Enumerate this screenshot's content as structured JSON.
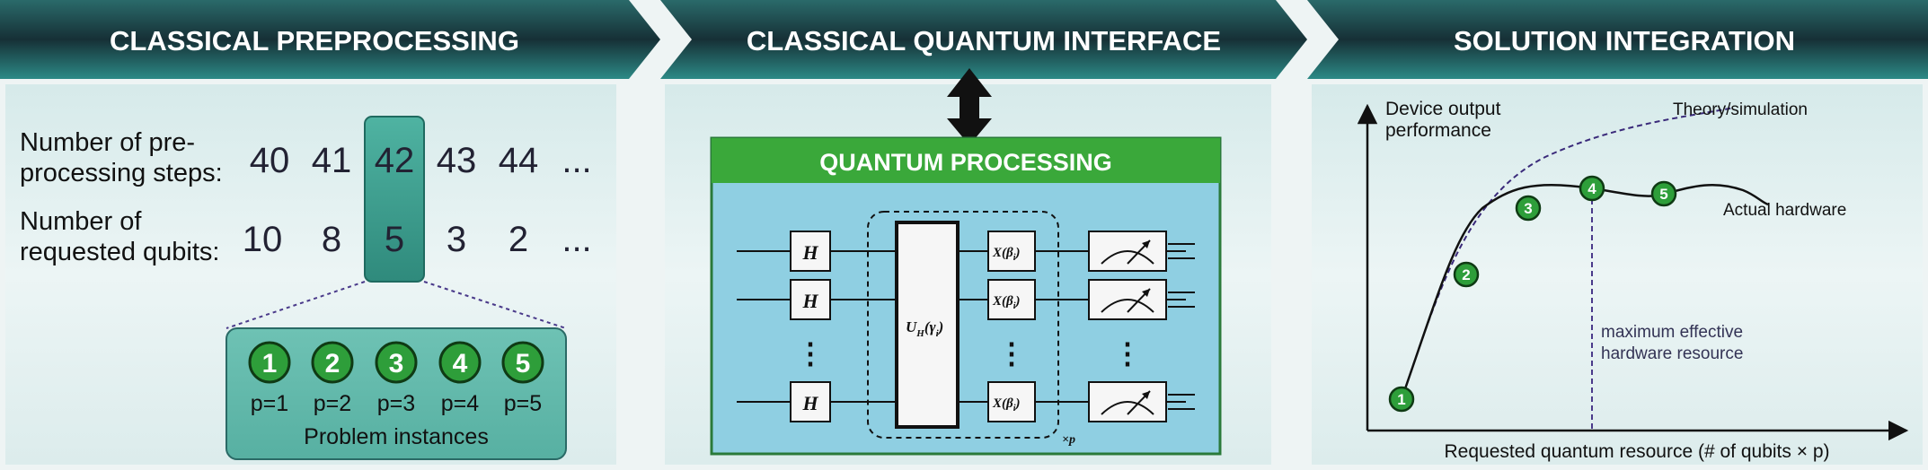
{
  "panels": {
    "left": {
      "title": "CLASSICAL PREPROCESSING"
    },
    "middle": {
      "title": "CLASSICAL QUANTUM INTERFACE"
    },
    "right": {
      "title": "SOLUTION INTEGRATION"
    }
  },
  "preprocessing": {
    "steps_label_line1": "Number of pre-",
    "steps_label_line2": "processing steps:",
    "steps_values": [
      "40",
      "41",
      "42",
      "43",
      "44"
    ],
    "qubits_label_line1": "Number of",
    "qubits_label_line2": "requested qubits:",
    "qubits_values": [
      "10",
      "8",
      "5",
      "3",
      "2"
    ],
    "ellipsis": "...",
    "instances": [
      {
        "num": "1",
        "p": "p=1"
      },
      {
        "num": "2",
        "p": "p=2"
      },
      {
        "num": "3",
        "p": "p=3"
      },
      {
        "num": "4",
        "p": "p=4"
      },
      {
        "num": "5",
        "p": "p=5"
      }
    ],
    "instances_caption": "Problem instances"
  },
  "quantum": {
    "header": "QUANTUM PROCESSING",
    "h_gate": "H",
    "u_gate": "U",
    "u_sub": "H",
    "u_arg": "(γ",
    "u_arg_sub": "i",
    "u_arg_close": ")",
    "x_gate": "X(β",
    "x_sub": "i",
    "x_close": ")",
    "vdots": "⋮",
    "repeat_label": "×p"
  },
  "integration": {
    "y_label_line1": "Device output",
    "y_label_line2": "performance",
    "x_label": "Requested quantum resource (# of qubits × p)",
    "theory_label": "Theory/simulation",
    "hardware_label": "Actual hardware",
    "max_label_line1": "maximum effective",
    "max_label_line2": "hardware resource",
    "points": [
      "1",
      "2",
      "3",
      "4",
      "5"
    ]
  },
  "colors": {
    "banner_dark": "#17303a",
    "banner_teal": "#2f8f8f",
    "highlight_teal": "#3a9d8f",
    "circle_green": "#2e9e3a",
    "quantum_bg": "#8fd0e4",
    "quantum_header": "#3aa83a",
    "dashed_purple": "#4a3a8a"
  }
}
